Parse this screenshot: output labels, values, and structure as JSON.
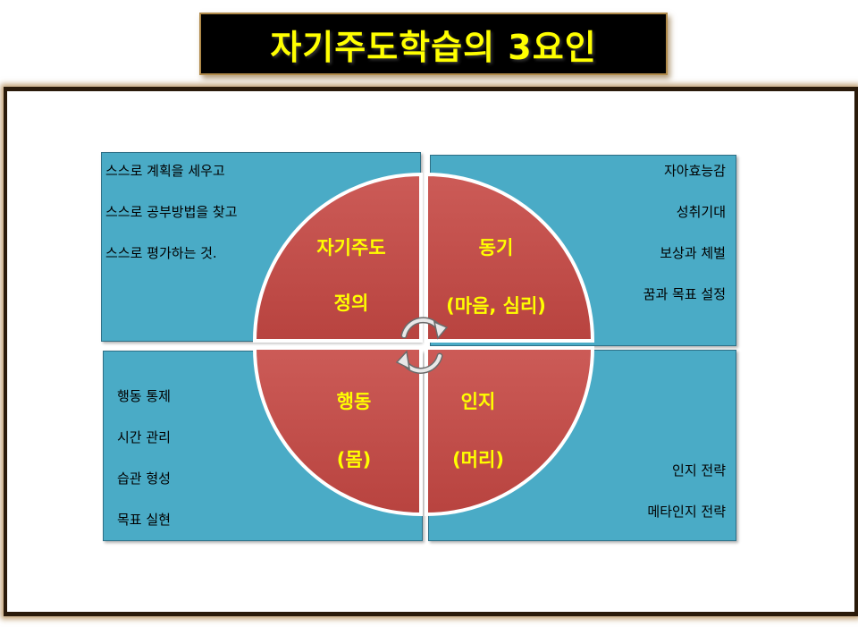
{
  "title": "자기주도학습의 3요인",
  "quadrants": {
    "top_left": {
      "items": [
        "스스로 계획을 세우고",
        "스스로 공부방법을 찾고",
        "스스로 평가하는 것."
      ]
    },
    "top_right": {
      "items": [
        "자아효능감",
        "성취기대",
        "보상과 체벌",
        "꿈과 목표 설정"
      ]
    },
    "bottom_left": {
      "items": [
        "행동 통제",
        "시간 관리",
        "습관 형성",
        "목표 실현"
      ]
    },
    "bottom_right": {
      "items": [
        "인지 전략",
        "메타인지 전략"
      ]
    }
  },
  "circle": {
    "top_left": {
      "line1": "자기주도",
      "line2": "정의"
    },
    "top_right": {
      "line1": "동기",
      "line2": "(마음, 심리)"
    },
    "bottom_left": {
      "line1": "행동",
      "line2": "(몸)"
    },
    "bottom_right": {
      "line1": "인지",
      "line2": "(머리)"
    }
  },
  "colors": {
    "quadrant_fill": "#4aabc6",
    "segment_fill": "#c0504d",
    "label_color": "#ffff00",
    "title_bg": "#000000"
  },
  "icons": {
    "center": "circular-arrows-icon"
  }
}
